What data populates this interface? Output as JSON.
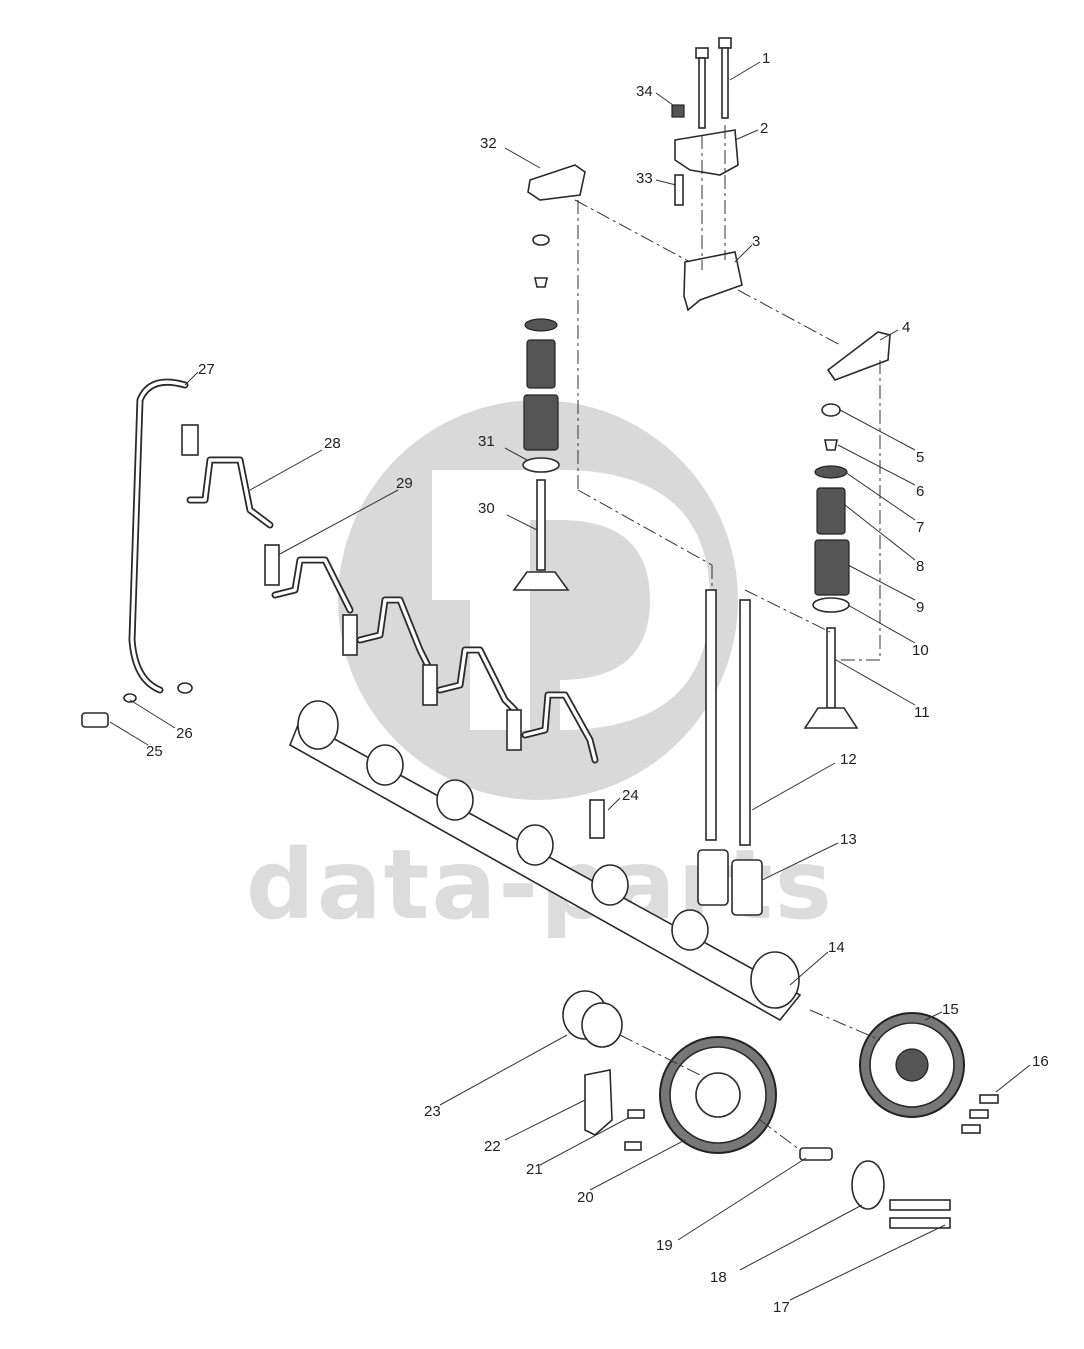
{
  "watermark": {
    "text": "data-parts",
    "color": "#dcdcdc"
  },
  "callouts": [
    "1",
    "2",
    "3",
    "4",
    "5",
    "6",
    "7",
    "8",
    "9",
    "10",
    "11",
    "12",
    "13",
    "14",
    "15",
    "16",
    "17",
    "18",
    "19",
    "20",
    "21",
    "22",
    "23",
    "24",
    "25",
    "26",
    "27",
    "28",
    "29",
    "30",
    "31",
    "32",
    "33",
    "34"
  ],
  "colors": {
    "line": "#2a2a2a",
    "watermark": "#d9d9d9"
  }
}
